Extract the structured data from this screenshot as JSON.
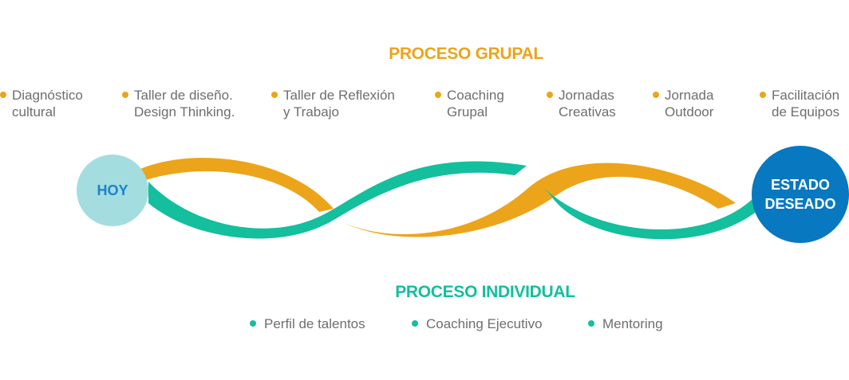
{
  "group_process": {
    "title": "PROCESO GRUPAL",
    "items": [
      {
        "line1": "Diagnóstico",
        "line2": "cultural"
      },
      {
        "line1": "Taller de diseño.",
        "line2": "Design Thinking."
      },
      {
        "line1": "Taller de Reflexión",
        "line2": "y Trabajo"
      },
      {
        "line1": "Coaching",
        "line2": "Grupal"
      },
      {
        "line1": "Jornadas",
        "line2": "Creativas"
      },
      {
        "line1": "Jornada",
        "line2": "Outdoor"
      },
      {
        "line1": "Facilitación",
        "line2": "de Equipos"
      }
    ]
  },
  "individual_process": {
    "title": "PROCESO INDIVIDUAL",
    "items": [
      "Perfil de talentos",
      "Coaching Ejecutivo",
      "Mentoring"
    ]
  },
  "start": {
    "label": "HOY"
  },
  "end": {
    "line1": "ESTADO",
    "line2": "DESEADO"
  },
  "colors": {
    "group": "#eca41a",
    "individual": "#13bf9d",
    "start_circle": "#a3dde0",
    "end_circle": "#0878c0"
  }
}
